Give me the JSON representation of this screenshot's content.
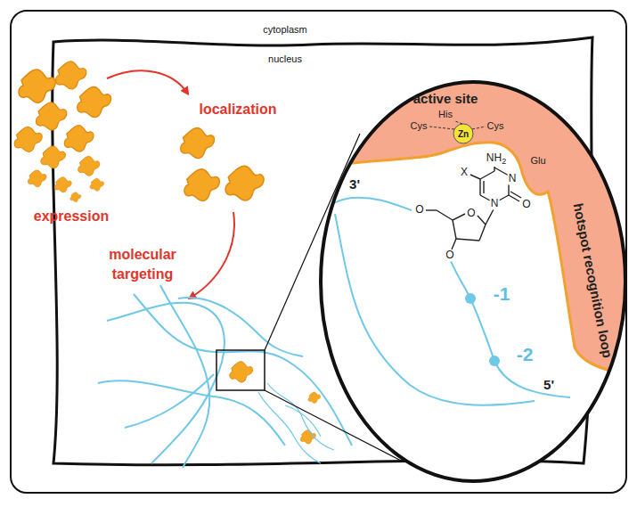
{
  "diagram": {
    "labels": [
      "cytoplasm",
      "nucleus",
      "expression",
      "localization",
      "molecular targeting",
      "active site",
      "Cys",
      "His",
      "Cys",
      "Zn",
      "Glu",
      "hotspot recognition loop",
      "3'",
      "5'",
      "-1",
      "-2",
      "X",
      "NH2",
      "N",
      "N",
      "O",
      "O",
      "O",
      "O"
    ]
  }
}
